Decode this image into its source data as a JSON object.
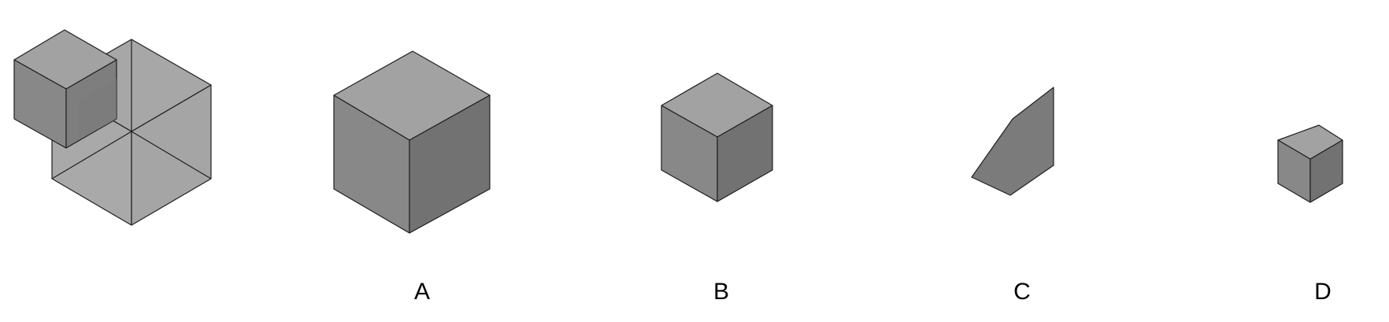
{
  "colors": {
    "background": "#ffffff",
    "face_top": "#a2a2a2",
    "face_left": "#888888",
    "face_right": "#727272",
    "face_translucent": "#9a9a9a",
    "edge": "#1f1f1f",
    "label": "#000000"
  },
  "question": {
    "figure": "composite-cube-figure"
  },
  "options": [
    {
      "letter": "A",
      "shape": "large-cube"
    },
    {
      "letter": "B",
      "shape": "medium-cube"
    },
    {
      "letter": "C",
      "shape": "wedge-prism"
    },
    {
      "letter": "D",
      "shape": "small-cube"
    }
  ]
}
